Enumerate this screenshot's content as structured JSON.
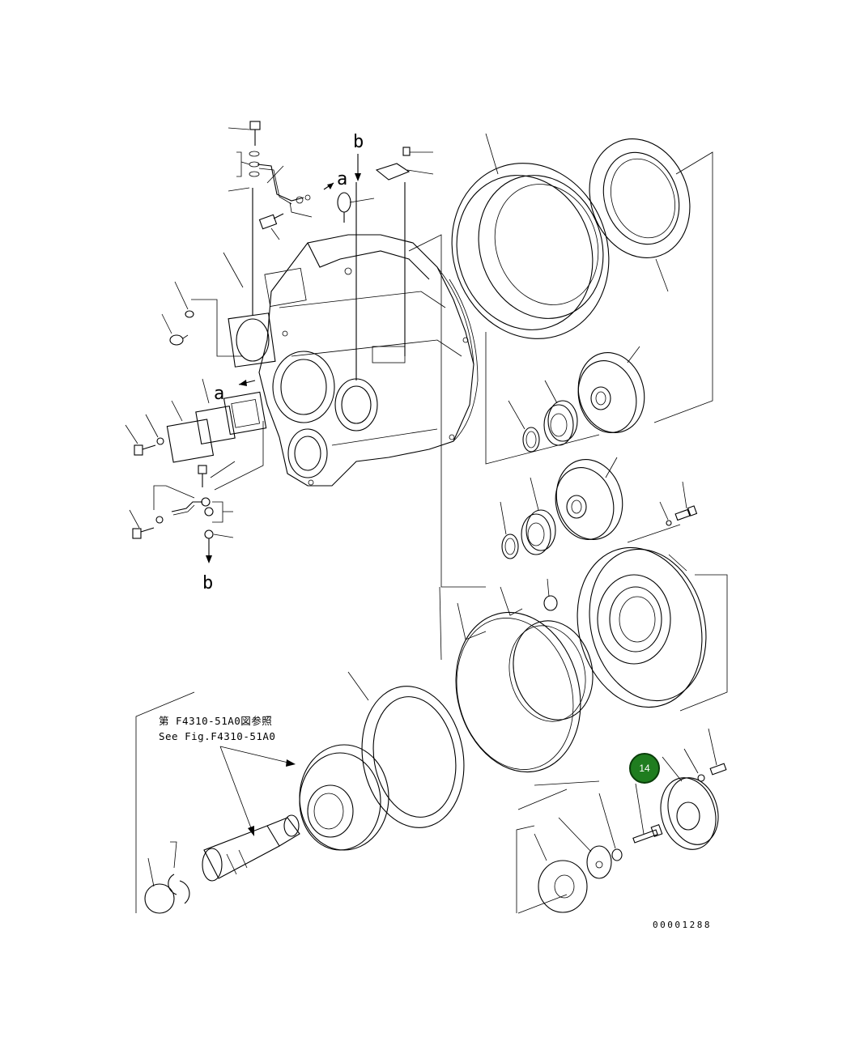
{
  "diagram": {
    "ref_labels": {
      "a_top": "a",
      "b_top": "b",
      "a_left": "a",
      "b_bottom": "b"
    },
    "note_jp": "第 F4310-51A0図参照",
    "note_en": "See Fig.F4310-51A0",
    "doc_number": "00001288",
    "callout": {
      "label": "14",
      "color": "#1f7d1f"
    }
  }
}
